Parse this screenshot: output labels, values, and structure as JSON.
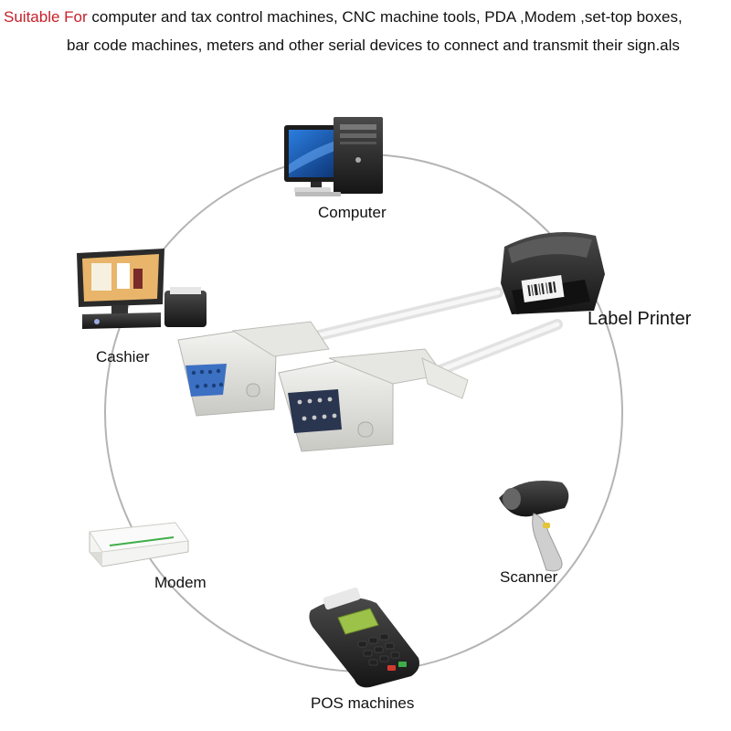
{
  "header": {
    "prefix": "Suitable For",
    "line1_rest": " computer and tax control machines, CNC machine tools, PDA ,Modem ,set-top boxes,",
    "line2": "bar code machines, meters and other serial devices to connect and transmit their sign.als",
    "accent_color": "#c8202a"
  },
  "devices": {
    "computer": "Computer",
    "label_printer": "Label Printer",
    "cashier": "Cashier",
    "scanner": "Scanner",
    "modem": "Modem",
    "pos": "POS machines"
  },
  "icons": {
    "computer": "desktop-computer-icon",
    "label_printer": "label-printer-icon",
    "cashier": "cash-register-icon",
    "scanner": "barcode-scanner-icon",
    "modem": "modem-icon",
    "pos": "pos-terminal-icon",
    "cable": "serial-db9-cable-icon"
  }
}
